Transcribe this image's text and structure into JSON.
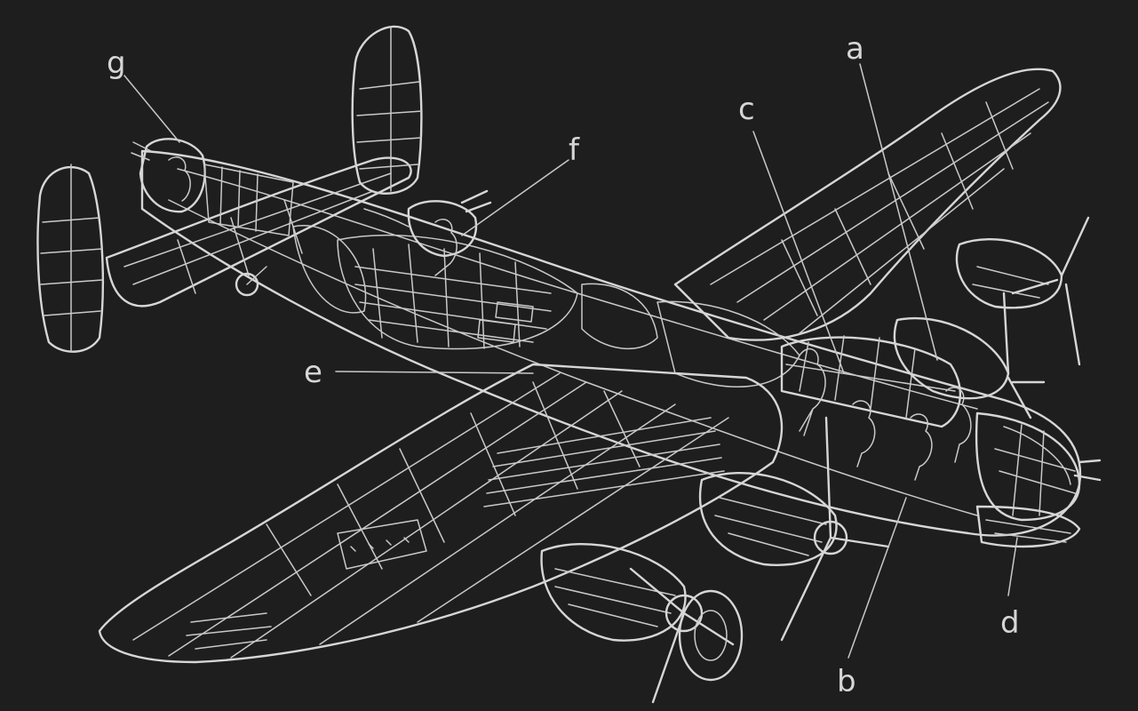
{
  "diagram": {
    "labels": [
      {
        "id": "a",
        "text": "a"
      },
      {
        "id": "b",
        "text": "b"
      },
      {
        "id": "c",
        "text": "c"
      },
      {
        "id": "d",
        "text": "d"
      },
      {
        "id": "e",
        "text": "e"
      },
      {
        "id": "f",
        "text": "f"
      },
      {
        "id": "g",
        "text": "g"
      }
    ]
  }
}
